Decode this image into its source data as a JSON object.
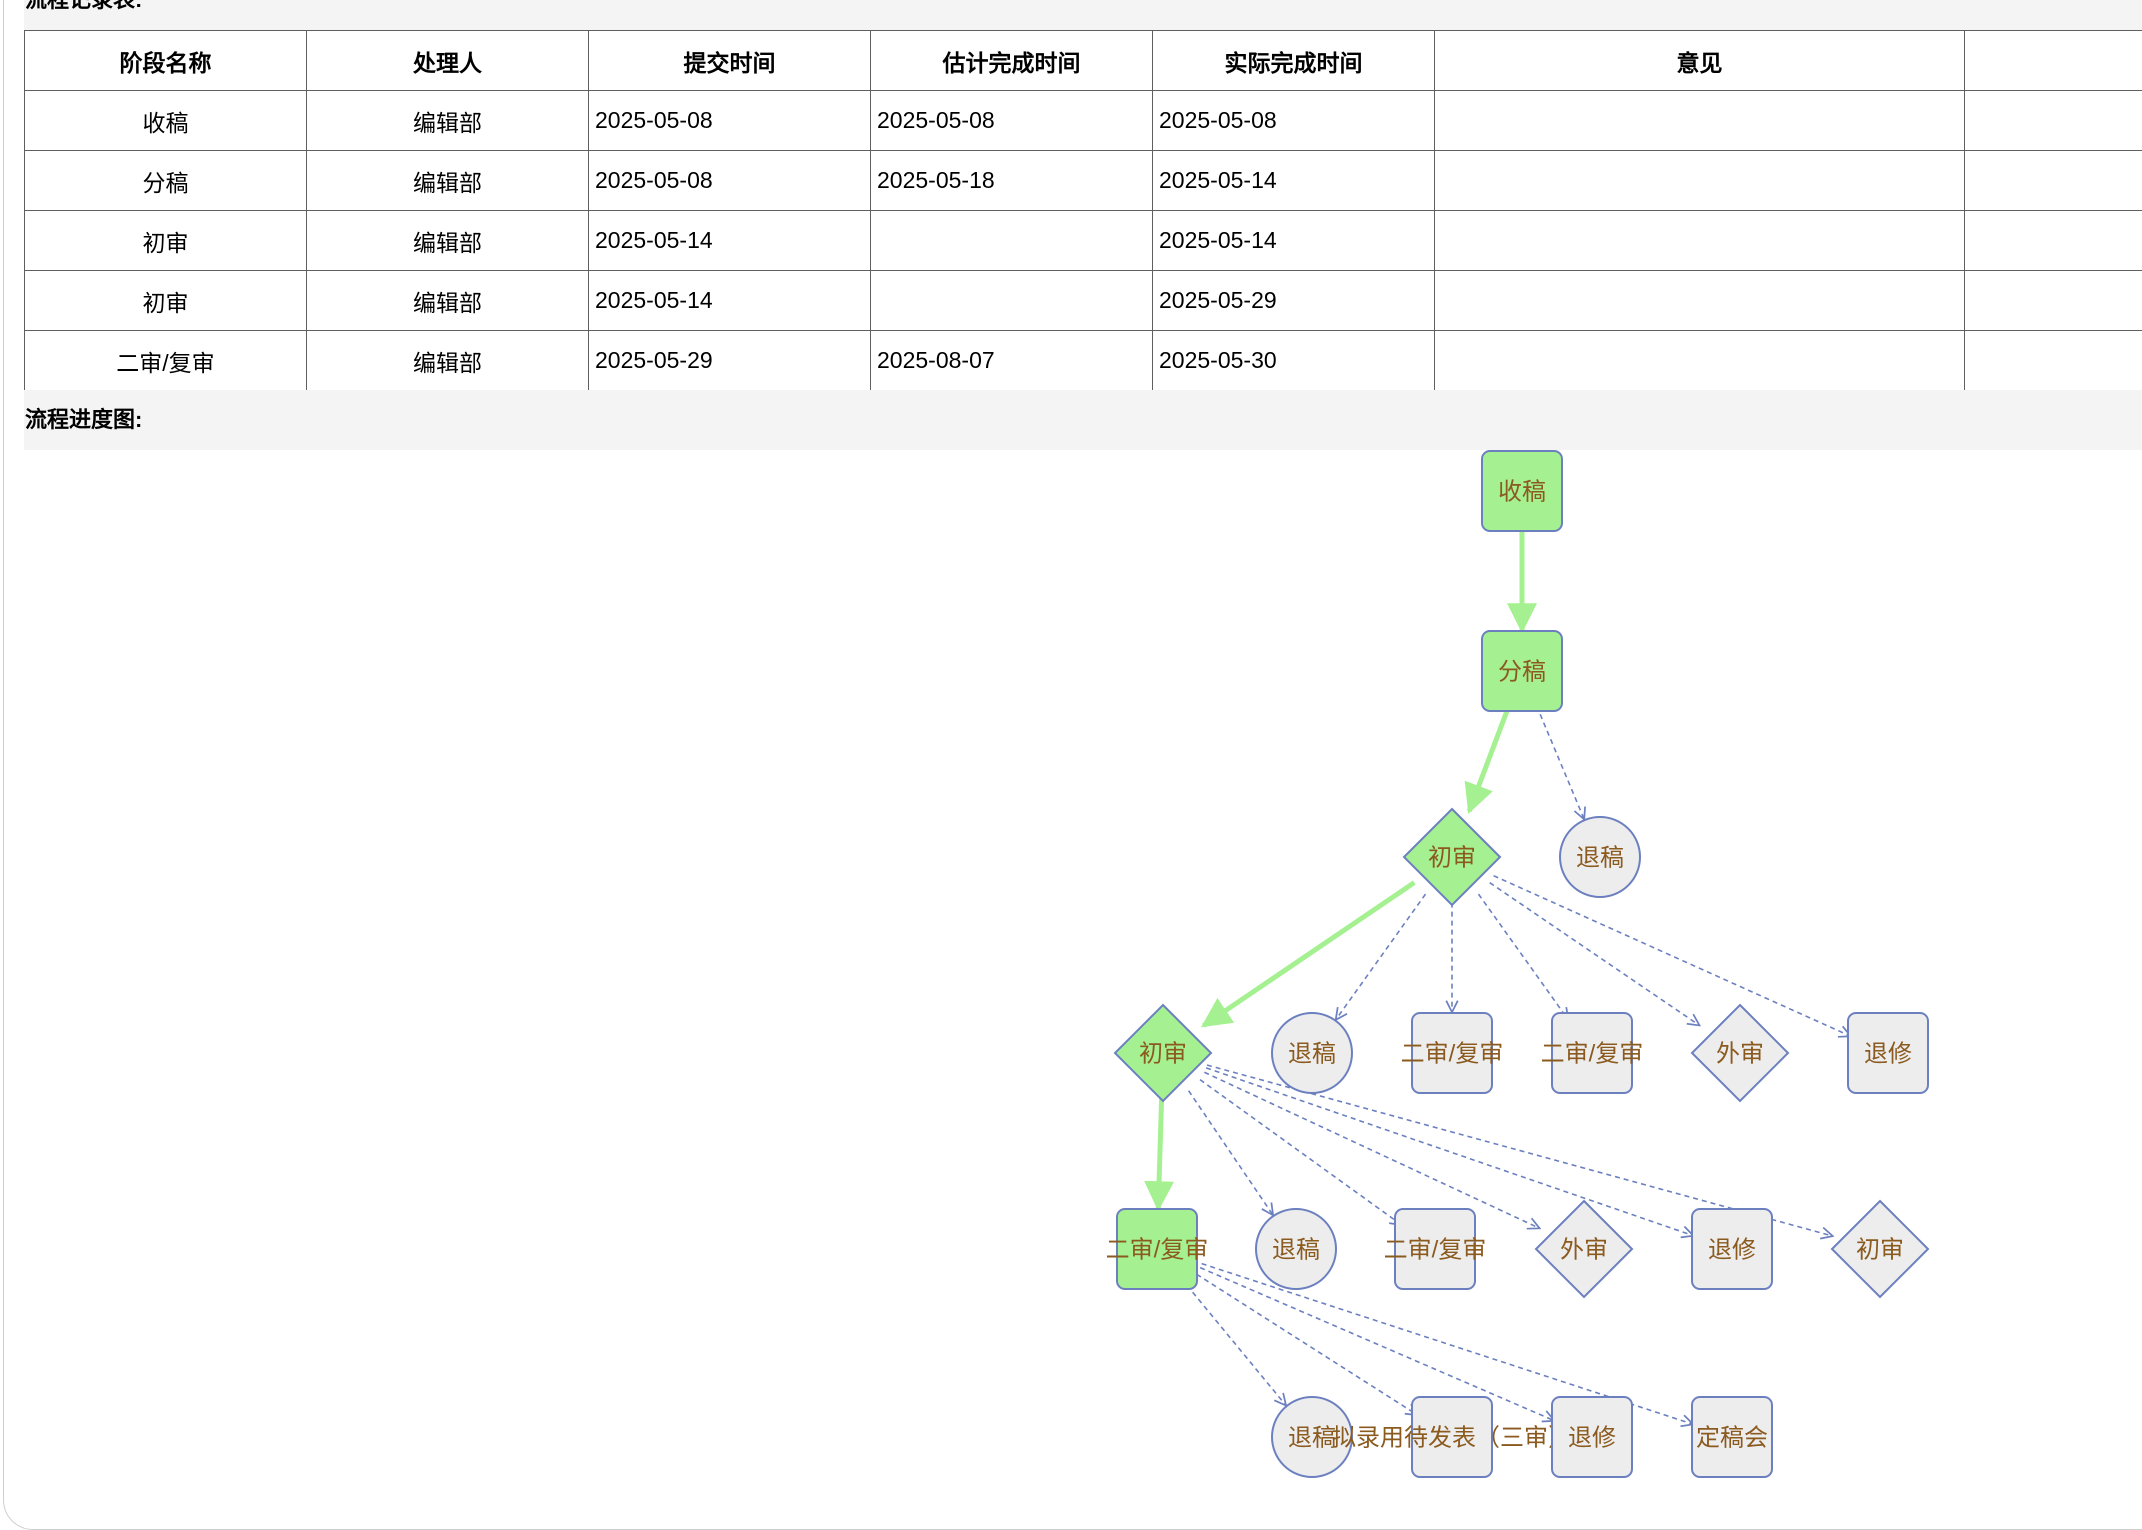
{
  "records_label": "流程记录表:",
  "progress_label": "流程进度图:",
  "table": {
    "headers": [
      "阶段名称",
      "处理人",
      "提交时间",
      "估计完成时间",
      "实际完成时间",
      "意见",
      ""
    ],
    "rows": [
      [
        "收稿",
        "编辑部",
        "2025-05-08",
        "2025-05-08",
        "2025-05-08",
        "",
        ""
      ],
      [
        "分稿",
        "编辑部",
        "2025-05-08",
        "2025-05-18",
        "2025-05-14",
        "",
        ""
      ],
      [
        "初审",
        "编辑部",
        "2025-05-14",
        "",
        "2025-05-14",
        "",
        ""
      ],
      [
        "初审",
        "编辑部",
        "2025-05-14",
        "",
        "2025-05-29",
        "",
        ""
      ],
      [
        "二审/复审",
        "编辑部",
        "2025-05-29",
        "2025-08-07",
        "2025-05-30",
        "",
        ""
      ]
    ]
  },
  "flow": {
    "colors": {
      "completed_fill": "#a5f191",
      "pending_fill": "#ededed",
      "node_stroke": "#6c80c0",
      "completed_edge": "#a5f191",
      "pending_edge": "#6c80c0",
      "label": "#8b5a1e"
    },
    "nodes": [
      {
        "id": "n1",
        "label": "收稿",
        "shape": "rect",
        "status": "completed"
      },
      {
        "id": "n2",
        "label": "分稿",
        "shape": "rect",
        "status": "completed"
      },
      {
        "id": "n3",
        "label": "初审",
        "shape": "diamond",
        "status": "completed"
      },
      {
        "id": "n4",
        "label": "退稿",
        "shape": "circle",
        "status": "pending"
      },
      {
        "id": "n5",
        "label": "初审",
        "shape": "diamond",
        "status": "completed"
      },
      {
        "id": "n6",
        "label": "退稿",
        "shape": "circle",
        "status": "pending"
      },
      {
        "id": "n7",
        "label": "二审/复审",
        "shape": "rect",
        "status": "pending"
      },
      {
        "id": "n8",
        "label": "二审/复审",
        "shape": "rect",
        "status": "pending"
      },
      {
        "id": "n9",
        "label": "外审",
        "shape": "diamond",
        "status": "pending"
      },
      {
        "id": "n10",
        "label": "退修",
        "shape": "rect",
        "status": "pending"
      },
      {
        "id": "n11",
        "label": "二审/复审",
        "shape": "rect",
        "status": "completed"
      },
      {
        "id": "n12",
        "label": "退稿",
        "shape": "circle",
        "status": "pending"
      },
      {
        "id": "n13",
        "label": "二审/复审",
        "shape": "rect",
        "status": "pending"
      },
      {
        "id": "n14",
        "label": "外审",
        "shape": "diamond",
        "status": "pending"
      },
      {
        "id": "n15",
        "label": "退修",
        "shape": "rect",
        "status": "pending"
      },
      {
        "id": "n16",
        "label": "初审",
        "shape": "diamond",
        "status": "pending"
      },
      {
        "id": "n17",
        "label": "退稿",
        "shape": "circle",
        "status": "pending"
      },
      {
        "id": "n18",
        "label": "拟录用待发表（三审）",
        "shape": "rect",
        "status": "pending"
      },
      {
        "id": "n19",
        "label": "退修",
        "shape": "rect",
        "status": "pending"
      },
      {
        "id": "n20",
        "label": "定稿会",
        "shape": "rect",
        "status": "pending"
      }
    ],
    "edges": [
      {
        "from": "n1",
        "to": "n2",
        "status": "completed"
      },
      {
        "from": "n2",
        "to": "n3",
        "status": "completed"
      },
      {
        "from": "n2",
        "to": "n4",
        "status": "pending"
      },
      {
        "from": "n3",
        "to": "n5",
        "status": "completed"
      },
      {
        "from": "n3",
        "to": "n6",
        "status": "pending"
      },
      {
        "from": "n3",
        "to": "n7",
        "status": "pending"
      },
      {
        "from": "n3",
        "to": "n8",
        "status": "pending"
      },
      {
        "from": "n3",
        "to": "n9",
        "status": "pending"
      },
      {
        "from": "n3",
        "to": "n10",
        "status": "pending"
      },
      {
        "from": "n5",
        "to": "n11",
        "status": "completed"
      },
      {
        "from": "n5",
        "to": "n12",
        "status": "pending"
      },
      {
        "from": "n5",
        "to": "n13",
        "status": "pending"
      },
      {
        "from": "n5",
        "to": "n14",
        "status": "pending"
      },
      {
        "from": "n5",
        "to": "n15",
        "status": "pending"
      },
      {
        "from": "n5",
        "to": "n16",
        "status": "pending"
      },
      {
        "from": "n11",
        "to": "n17",
        "status": "pending"
      },
      {
        "from": "n11",
        "to": "n18",
        "status": "pending"
      },
      {
        "from": "n11",
        "to": "n19",
        "status": "pending"
      },
      {
        "from": "n11",
        "to": "n20",
        "status": "pending"
      }
    ]
  }
}
